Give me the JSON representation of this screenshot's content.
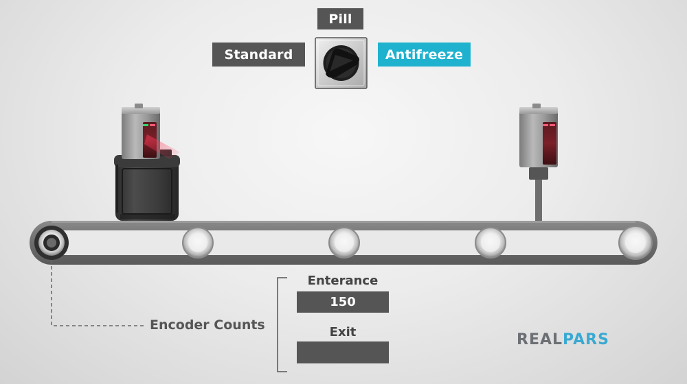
{
  "modes": {
    "top": "Pill",
    "left": "Standard",
    "right": "Antifreeze",
    "active": "Antifreeze",
    "active_color": "#1eb2cf",
    "inactive_color": "#555555"
  },
  "counts": {
    "entrance_label": "Enterance",
    "entrance_value": "150",
    "exit_label": "Exit",
    "exit_value": ""
  },
  "encoder": {
    "label": "Encoder Counts"
  },
  "brand": {
    "part1": "REAL",
    "part2": "PARS",
    "color1": "#6c6f74",
    "color2": "#3aa9d2"
  },
  "icons": [
    "selector-switch-icon",
    "photoelectric-sensor-icon",
    "antifreeze-jug-icon",
    "conveyor-roller-icon",
    "encoder-icon"
  ]
}
